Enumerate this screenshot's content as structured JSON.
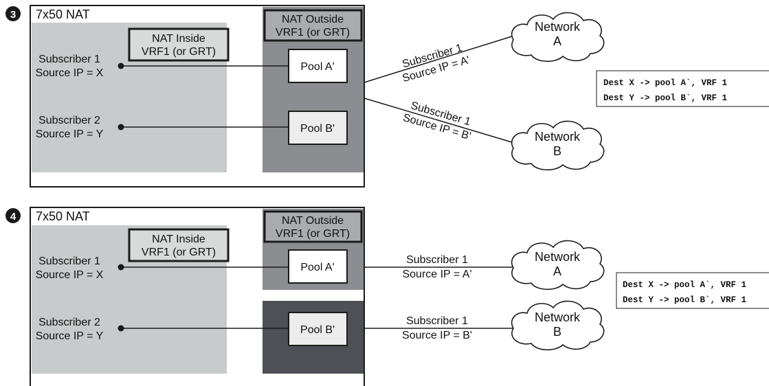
{
  "colors": {
    "inside_fill": "#c8cbcb",
    "outside_fill": "#8c8d91",
    "outside_dark_fill": "#4f5056",
    "pool_fill_white": "#ffffff",
    "pool_fill_light": "#ececec",
    "line": "#1a1a1a"
  },
  "panels": [
    {
      "step": "3",
      "title": "7x50 NAT",
      "inside_label": [
        "NAT Inside",
        "VRF1 (or GRT)"
      ],
      "outside_label": [
        "NAT Outside",
        "VRF1 (or GRT)"
      ],
      "subscribers": [
        {
          "line1": "Subscriber 1",
          "line2": "Source IP = X",
          "pool": "Pool A'"
        },
        {
          "line1": "Subscriber 2",
          "line2": "Source IP = Y",
          "pool": "Pool B'"
        }
      ],
      "links": [
        {
          "line1": "Subscriber 1",
          "line2": "Source IP = A'",
          "network": [
            "Network",
            "A"
          ]
        },
        {
          "line1": "Subscriber 1",
          "line2": "Source IP = B'",
          "network": [
            "Network",
            "B"
          ]
        }
      ],
      "routes": [
        "Dest X -> pool A`, VRF 1",
        "Dest Y -> pool B`, VRF 1"
      ]
    },
    {
      "step": "4",
      "title": "7x50 NAT",
      "inside_label": [
        "NAT Inside",
        "VRF1 (or GRT)"
      ],
      "outside_label": [
        "NAT Outside",
        "VRF1 (or GRT)"
      ],
      "subscribers": [
        {
          "line1": "Subscriber 1",
          "line2": "Source IP = X",
          "pool": "Pool A'"
        },
        {
          "line1": "Subscriber 2",
          "line2": "Source IP = Y",
          "pool": "Pool B'"
        }
      ],
      "links": [
        {
          "line1": "Subscriber 1",
          "line2": "Source IP = A'",
          "network": [
            "Network",
            "A"
          ]
        },
        {
          "line1": "Subscriber 1",
          "line2": "Source IP = B'",
          "network": [
            "Network",
            "B"
          ]
        }
      ],
      "routes": [
        "Dest X -> pool A`, VRF 1",
        "Dest Y -> pool B`, VRF 1"
      ]
    }
  ]
}
